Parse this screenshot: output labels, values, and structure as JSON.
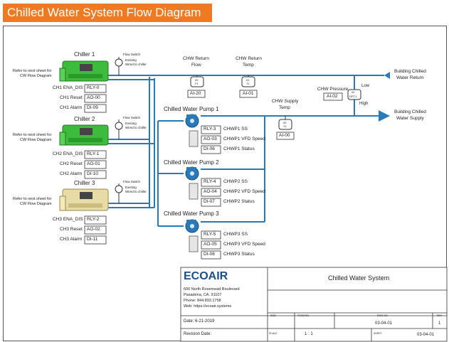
{
  "page_title": "Chilled Water System Flow Diagram",
  "chillers": [
    {
      "name": "Chiller 1",
      "refer": [
        "Refer to next sheet for",
        "CW Flow Diagram"
      ],
      "flow_switch": "Flow Switch",
      "existing": [
        "Existing",
        "Wired to chiller"
      ],
      "points": [
        {
          "label": "CH1 ENA_DIS",
          "tag": "RLY-0"
        },
        {
          "label": "CH1 Reset",
          "tag": "AO-00"
        },
        {
          "label": "CH1 Alarm",
          "tag": "DI-09"
        }
      ]
    },
    {
      "name": "Chiller 2",
      "refer": [
        "Refer to next sheet for",
        "CW Flow Diagram"
      ],
      "flow_switch": "Flow Switch",
      "existing": [
        "Existing",
        "Wired to chiller"
      ],
      "points": [
        {
          "label": "CH2 ENA_DIS",
          "tag": "RLY-1"
        },
        {
          "label": "CH2 Reset",
          "tag": "AO-01"
        },
        {
          "label": "CH2 Alarm",
          "tag": "DI-10"
        }
      ]
    },
    {
      "name": "Chiller 3",
      "refer": [
        "Refer to next sheet for",
        "CW Flow Diagram"
      ],
      "flow_switch": "Flow Switch",
      "existing": [
        "Existing",
        "Wired to chiller"
      ],
      "points": [
        {
          "label": "CH3 ENA_DIS",
          "tag": "RLY-2"
        },
        {
          "label": "CH3 Reset",
          "tag": "AO-02"
        },
        {
          "label": "CH3 Alarm",
          "tag": "DI-11"
        }
      ]
    }
  ],
  "pumps": [
    {
      "name": "Chilled Water Pump 1",
      "points": [
        {
          "tag": "RLY-3",
          "label": "CHWP1 SS"
        },
        {
          "tag": "AO-03",
          "label": "CHWP1 VFD Speed"
        },
        {
          "tag": "DI-06",
          "label": "CHWP1 Status"
        }
      ]
    },
    {
      "name": "Chilled Water Pump 2",
      "points": [
        {
          "tag": "RLY-4",
          "label": "CHWP2 SS"
        },
        {
          "tag": "AO-04",
          "label": "CHWP2 VFD Speed"
        },
        {
          "tag": "DI-07",
          "label": "CHWP2 Status"
        }
      ]
    },
    {
      "name": "Chilled Water Pump 3",
      "points": [
        {
          "tag": "RLY-5",
          "label": "CHWP3 SS"
        },
        {
          "tag": "AO-05",
          "label": "CHWP3 VFD Speed"
        },
        {
          "tag": "DI-08",
          "label": "CHWP3 Status"
        }
      ]
    }
  ],
  "sensors": {
    "return_flow": {
      "label": [
        "CHW Return",
        "Flow"
      ],
      "inst": [
        "20",
        "F1"
      ],
      "tag": "AI-20"
    },
    "return_temp": {
      "label": [
        "CHW Return",
        "Temp"
      ],
      "inst": [
        "01",
        "T1"
      ],
      "tag": "AI-01"
    },
    "supply_temp": {
      "label": [
        "CHW Supply",
        "Temp"
      ],
      "inst": [
        "00",
        "T1"
      ],
      "tag": "AI-00"
    },
    "pressure": {
      "label": "CHW Pressure",
      "tag": "AI-02",
      "inst": [
        "02",
        "DPT1"
      ],
      "low": "Low",
      "high": "High"
    }
  },
  "building": {
    "return": [
      "Building Chilled",
      "Water Return"
    ],
    "supply": [
      "Building Chilled",
      "Water Supply"
    ]
  },
  "title_block": {
    "logo": "ECOAIR",
    "address": [
      "600 North Rosemead Boulevard",
      "Pasadena, CA. 91107",
      "Phone: 844.893.1758",
      "Web: https://ecoair.systems"
    ],
    "date": "Date:  6-21-2019",
    "revision": "Revision Date:",
    "sheet_title": "Chilled Water System",
    "size_h": "SIZE",
    "fscm_h": "FSCM NO",
    "dwg_h": "DWG NO",
    "rev_h": "REV",
    "dwg_no": "03-04-01",
    "rev": "1",
    "scale_h": "SCALE",
    "scale": "1 : 1",
    "sheet_h": "SHEET",
    "sheet": "03-04-01"
  },
  "colors": {
    "pipe": "#2a7ab8",
    "accent": "#f07a22",
    "chiller_green": "#3dbb3d"
  }
}
